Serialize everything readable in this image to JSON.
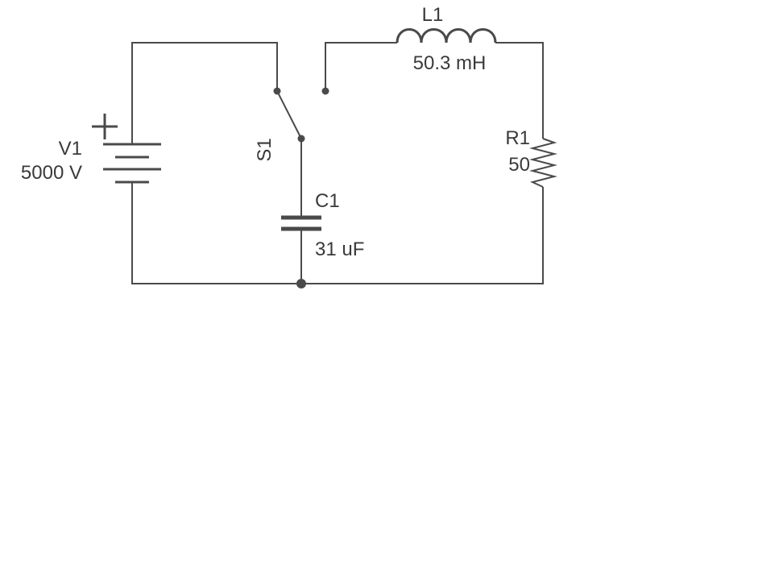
{
  "components": {
    "battery": {
      "name": "V1",
      "value": "5000 V",
      "polarity": "+"
    },
    "switch": {
      "name": "S1"
    },
    "capacitor": {
      "name": "C1",
      "value": "31 uF"
    },
    "inductor": {
      "name": "L1",
      "value": "50.3 mH"
    },
    "resistor": {
      "name": "R1",
      "value": "50"
    }
  },
  "colors": {
    "line": "#4a4a4a",
    "text": "#3a3a3a",
    "background": "#ffffff"
  }
}
